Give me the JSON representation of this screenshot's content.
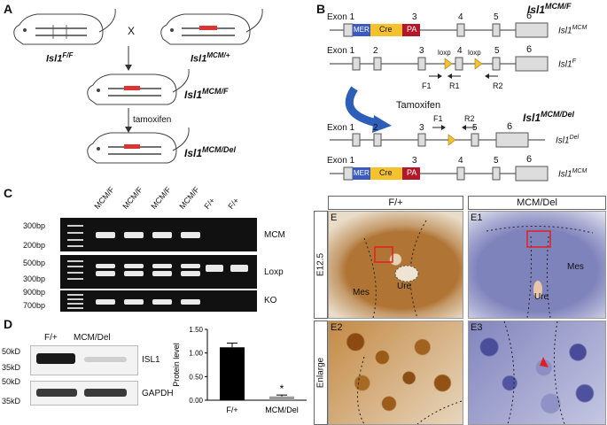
{
  "panels": {
    "a": "A",
    "b": "B",
    "c": "C",
    "d": "D"
  },
  "panelA": {
    "parent1": "Isl1",
    "parent1_sup": "F/F",
    "cross": "X",
    "parent2": "Isl1",
    "parent2_sup": "MCM/+",
    "offspring": "Isl1",
    "offspring_sup": "MCM/F",
    "treatment": "tamoxifen",
    "final": "Isl1",
    "final_sup": "MCM/Del"
  },
  "panelB": {
    "title_top": "Isl1",
    "title_top_sup": "MCM/F",
    "title_bottom": "Isl1",
    "title_bottom_sup": "MCM/Del",
    "exon_word": "Exon",
    "n1": "1",
    "n2": "2",
    "n3": "3",
    "n4": "4",
    "n5": "5",
    "n6": "6",
    "mer": "MER",
    "cre": "Cre",
    "pa": "PA",
    "loxp1": "loxp",
    "loxp2": "loxp",
    "f1": "F1",
    "r1": "R1",
    "r2": "R2",
    "f1b": "F1",
    "r2b": "R2",
    "tamoxifen": "Tamoxifen",
    "allele_mcm": "Isl1",
    "allele_mcm_sup": "MCM",
    "allele_f": "Isl1",
    "allele_f_sup": "F",
    "allele_del": "Isl1",
    "allele_del_sup": "Del",
    "allele_mcm2": "Isl1",
    "allele_mcm2_sup": "MCM"
  },
  "panelC": {
    "lanes": [
      "MCM/F",
      "MCM/F",
      "MCM/F",
      "MCM/F",
      "F/+",
      "F/+"
    ],
    "gel1": {
      "label": "MCM",
      "bp_top": "300bp",
      "bp_bottom": "200bp"
    },
    "gel2": {
      "label": "Loxp",
      "bp_top": "500bp",
      "bp_bottom": "300bp"
    },
    "gel3": {
      "label": "KO",
      "bp_top": "900bp",
      "bp_bottom": "700bp"
    }
  },
  "panelD": {
    "lane1": "F/+",
    "lane2": "MCM/Del",
    "kd1": "50kD",
    "kd2": "35kD",
    "kd3": "50kD",
    "kd4": "35kD",
    "prot1": "ISL1",
    "prot2": "GAPDH"
  },
  "chart_data": {
    "type": "bar",
    "categories": [
      "F/+",
      "MCM/Del"
    ],
    "values": [
      1.12,
      0.08
    ],
    "errors": [
      0.09,
      0.03
    ],
    "ylabel": "Protein level",
    "ylim": [
      0,
      1.5
    ],
    "yticks": [
      "0.00",
      "0.50",
      "1.00",
      "1.50"
    ],
    "annotation": "*",
    "colors": {
      "F/+": "#000000",
      "MCM/Del": "#9a9a9a"
    }
  },
  "panelE": {
    "col1": "F/+",
    "col2": "MCM/Del",
    "row1": "E12.5",
    "row2": "Enlarge",
    "e": "E",
    "e1": "E1",
    "e2": "E2",
    "e3": "E3",
    "ure1": "Ure",
    "mes1": "Mes",
    "ure2": "Ure",
    "mes2": "Mes"
  }
}
